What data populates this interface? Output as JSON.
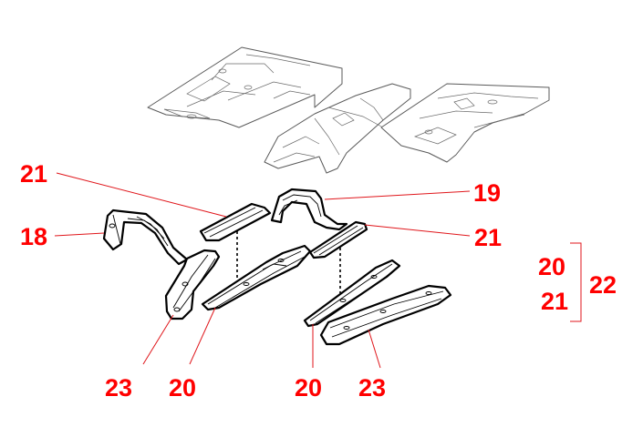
{
  "colors": {
    "callout": "#ff0000",
    "leader": "#e0161b",
    "outline": "#000000",
    "background": "#ffffff"
  },
  "callouts": {
    "c21_top": "21",
    "c19": "19",
    "c18": "18",
    "c21_right": "21",
    "c23_left": "23",
    "c20_left": "20",
    "c20_mid": "20",
    "c23_right": "23",
    "group_20": "20",
    "group_21": "21",
    "group_22": "22"
  }
}
